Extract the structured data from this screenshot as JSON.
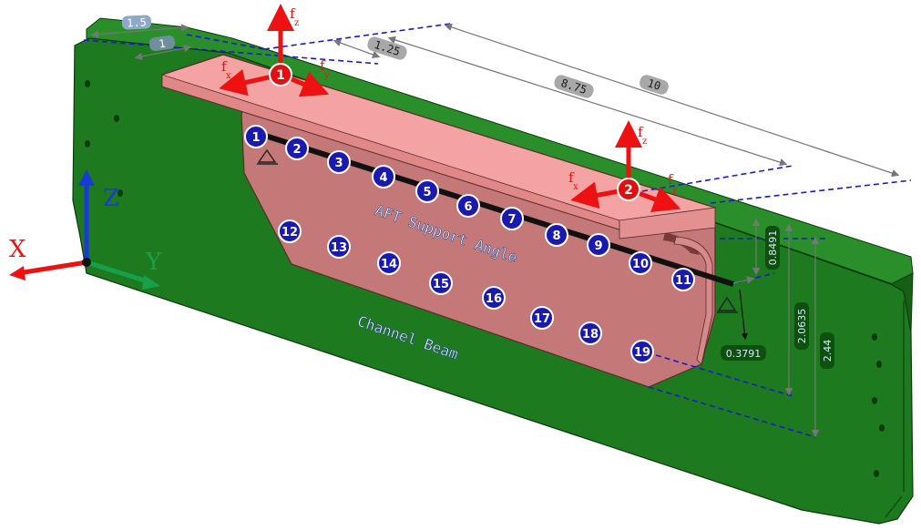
{
  "labels": {
    "angle_title": "AFT Support Angle",
    "beam_title": "Channel Beam"
  },
  "axes": {
    "x": "X",
    "y": "Y",
    "z": "Z"
  },
  "loads": [
    {
      "id": "1",
      "fx": "f",
      "fx_sub": "x",
      "fy": "f",
      "fy_sub": "y",
      "fz": "f",
      "fz_sub": "z"
    },
    {
      "id": "2",
      "fx": "f",
      "fx_sub": "x",
      "fy": "f",
      "fy_sub": "y",
      "fz": "f",
      "fz_sub": "z"
    }
  ],
  "dimensions": {
    "d_1_5": "1.5",
    "d_1": "1",
    "d_1_25": "1.25",
    "d_8_75": "8.75",
    "d_10": "10",
    "d_0_8491": "0.8491",
    "d_2_0635": "2.0635",
    "d_2_44": "2.44",
    "d_0_3791": "0.3791"
  },
  "fasteners": [
    "1",
    "2",
    "3",
    "4",
    "5",
    "6",
    "7",
    "8",
    "9",
    "10",
    "11",
    "12",
    "13",
    "14",
    "15",
    "16",
    "17",
    "18",
    "19"
  ],
  "colors": {
    "beam": "#1e7a1e",
    "beam_dark": "#0f5a0f",
    "angle_top": "#f4a3a3",
    "angle_web": "#c47878",
    "marker": "#1a1ab0",
    "load": "#ee1111",
    "dim_fill": "#a8a8a8",
    "dim_text": "#1a1a1a"
  }
}
